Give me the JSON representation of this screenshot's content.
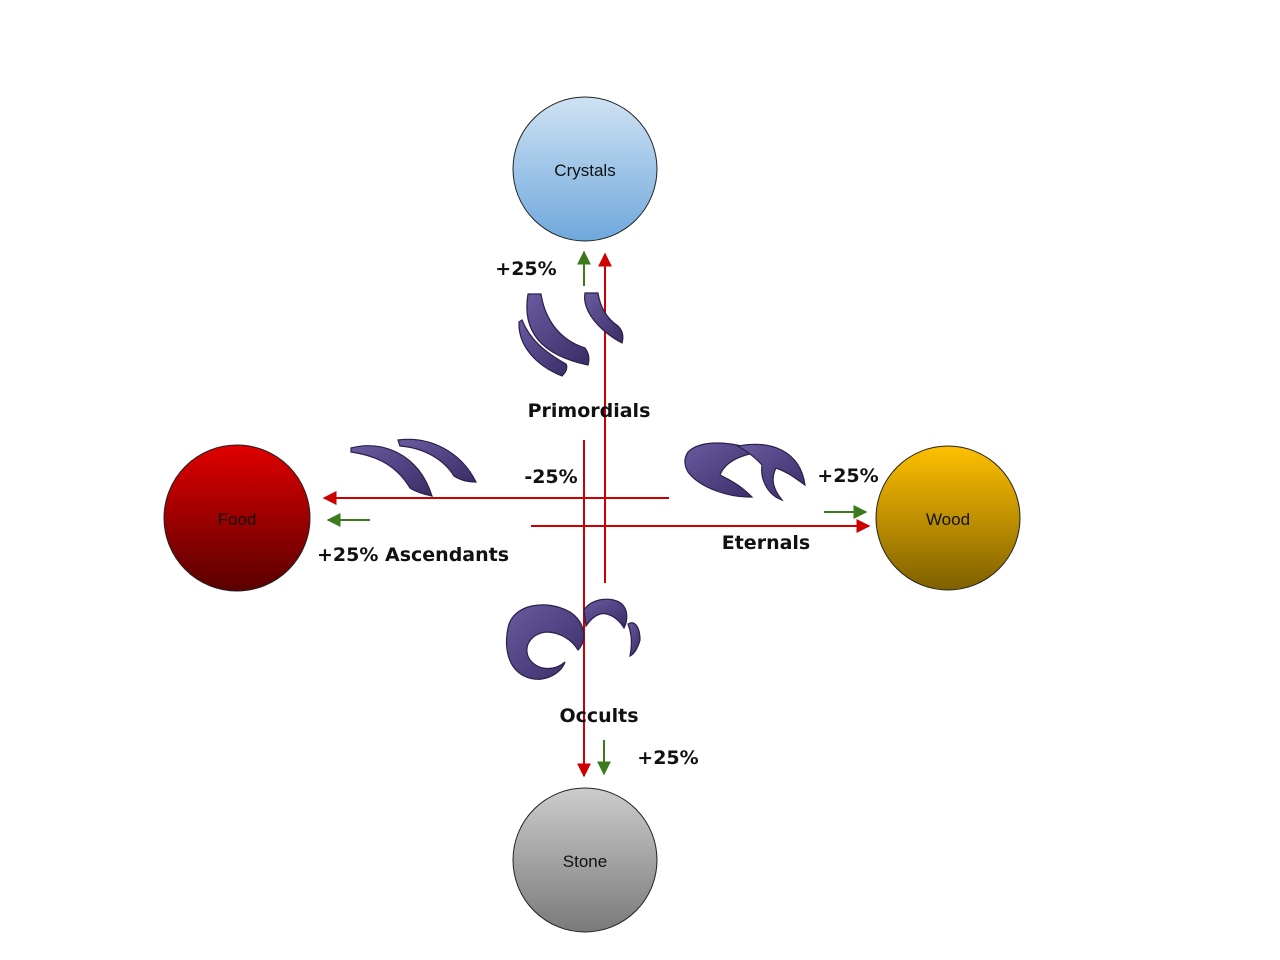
{
  "colors": {
    "penalty_arrow": "#cc0000",
    "bonus_arrow": "#3c7a1e",
    "horn": "#4a3a78",
    "horn_edge": "#2a1f4a"
  },
  "nodes": {
    "crystals": {
      "label": "Crystals",
      "top_color": "#cfe2f3",
      "bottom_color": "#6fa8dc"
    },
    "food": {
      "label": "Food",
      "top_color": "#e00000",
      "bottom_color": "#5a0000"
    },
    "wood": {
      "label": "Wood",
      "top_color": "#ffc000",
      "bottom_color": "#7f6000"
    },
    "stone": {
      "label": "Stone",
      "top_color": "#cccccc",
      "bottom_color": "#7a7a7a"
    }
  },
  "factions": {
    "primordials": "Primordials",
    "ascendants": "+25% Ascendants",
    "eternals": "Eternals",
    "occults": "Occults"
  },
  "modifiers": {
    "crystals_bonus": "+25%",
    "food_penalty": "-25%",
    "wood_bonus": "+25%",
    "stone_bonus": "+25%"
  },
  "icons": [
    "horn-icon"
  ]
}
